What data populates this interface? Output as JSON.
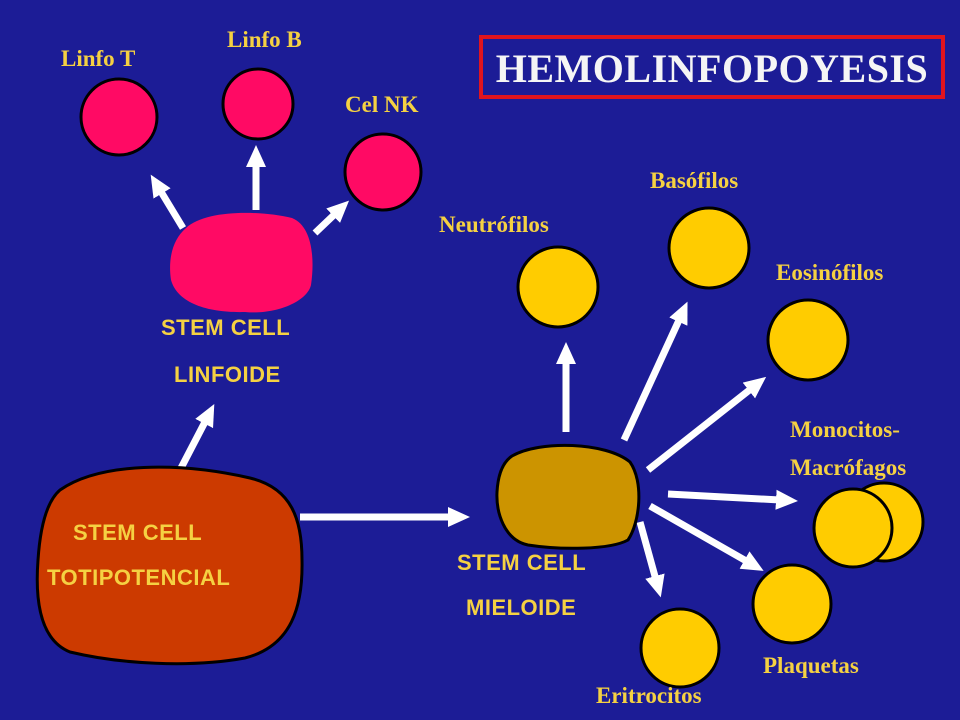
{
  "title": "HEMOLINFOPOYESIS",
  "colors": {
    "background": "#1c1c96",
    "label_text": "#f5d142",
    "title_text": "#f5f5f5",
    "title_border": "#e0141e",
    "lymphoid_cells": "#ff0a64",
    "myeloid_cells": "#ffcc00",
    "totipotent_cell": "#cc3a00",
    "myeloid_stem_cell": "#cc9400",
    "arrows": "#ffffff"
  },
  "lymphoid": {
    "stem_line1": "STEM CELL",
    "stem_line2": "LINFOIDE",
    "cells": [
      "Linfo T",
      "Linfo B",
      "Cel NK"
    ]
  },
  "totipotent": {
    "line1": "STEM CELL",
    "line2": "TOTIPOTENCIAL"
  },
  "myeloid": {
    "stem_line1": "STEM CELL",
    "stem_line2": "MIELOIDE",
    "cells": [
      "Neutrófilos",
      "Basófilos",
      "Eosinófilos",
      "Monocitos-",
      "Macrófagos",
      "Plaquetas",
      "Eritrocitos"
    ]
  }
}
